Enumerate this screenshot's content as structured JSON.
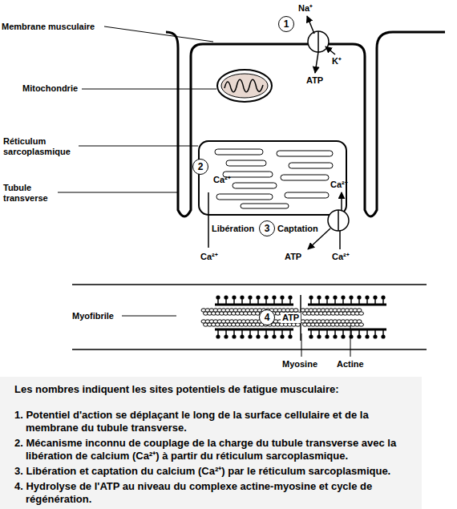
{
  "diagram": {
    "caption": "Les nombres indiquent les sites potentiels de fatigue musculaire:",
    "nodes": [
      {
        "text": [
          "1"
        ]
      },
      {
        "text": [
          "2"
        ]
      },
      {
        "text": [
          "3"
        ]
      },
      {
        "text": [
          "4"
        ]
      }
    ],
    "labels": [
      "Membrane musculaire",
      "Na⁺",
      "K⁺",
      "ATP",
      "Mitochondrie",
      "Réticulum sarcoplasmique",
      "Ca²⁺",
      "Ca²⁺",
      "Tubule transverse",
      "Libération",
      "Captation",
      "ATP",
      "Ca²⁺",
      "Ca²⁺",
      "Myofibrile",
      "ATP",
      "Myosine",
      "Actine",
      "1. Potentiel d'action se déplaçant le long de la surface cellulaire et de la membrane du tubule transverse.",
      "2. Mécanisme inconnu de couplage de la charge du tubule transverse avec la libération de calcium (Ca²⁺) à partir du réticulum sarcoplasmique.",
      "3. Libération et captation du calcium (Ca²⁺) par le réticulum sarcoplasmique.",
      "4. Hydrolyse de l'ATP au niveau du complexe actine-myosine et cycle de régénération."
    ]
  }
}
